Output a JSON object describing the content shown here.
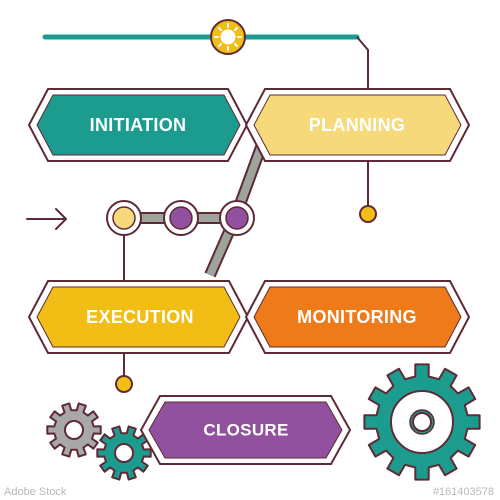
{
  "diagram": {
    "stages": [
      {
        "label": "INITIATION",
        "color": "#1b9c8e"
      },
      {
        "label": "PLANNING",
        "color": "#f5d97a"
      },
      {
        "label": "EXECUTION",
        "color": "#f2bd15"
      },
      {
        "label": "MONITORING",
        "color": "#ef7a1a"
      },
      {
        "label": "CLOSURE",
        "color": "#92519e"
      }
    ],
    "node_colors": [
      "#f5d97a",
      "#92519e",
      "#92519e"
    ],
    "outline_color": "#5e2a36",
    "connector_color": "#9ea39b",
    "top_bar_color": "#1b9c8e",
    "sun_color": "#f2bd15",
    "gear_colors": {
      "large": "#1b9c8e",
      "small_teal": "#1b9c8e",
      "small_gray": "#a8a8a8"
    },
    "arrow_icon": "right-arrow-icon"
  },
  "watermark": {
    "brand": "Adobe Stock",
    "id": "#161403578"
  }
}
